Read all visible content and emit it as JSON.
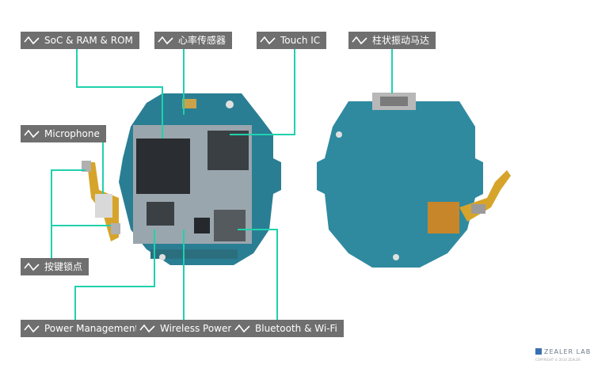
{
  "accent_color": "#1fd1ae",
  "label_color": "#6f6f6f",
  "labels": {
    "soc": "SoC & RAM & ROM",
    "heart_rate": "心率传感器",
    "touch_ic": "Touch IC",
    "vibration_motor": "柱状振动马达",
    "microphone": "Microphone",
    "button_contacts": "按键锁点",
    "power_management": "Power Management",
    "wireless_power": "Wireless Power",
    "bluetooth_wifi": "Bluetooth & Wi-Fi"
  },
  "logo": {
    "brand": "ZEALER",
    "sub": "LAB",
    "copyright": "COPYRIGHT © 2014 ZEALER"
  },
  "label_icon": "pulse-wave-icon"
}
